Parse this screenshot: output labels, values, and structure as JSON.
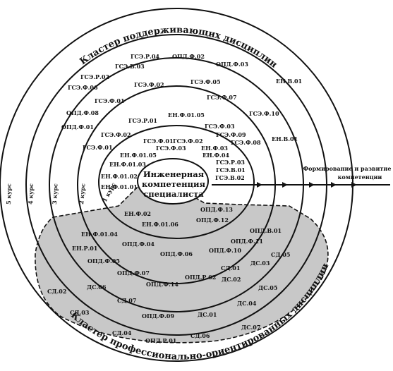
{
  "clusters": {
    "top": "Кластер поддерживающих дисциплин",
    "bottom": "Кластер профессионально-ориентированных дисциплин"
  },
  "center": [
    "Инженерная",
    "компетенция",
    "специалиста"
  ],
  "courses": [
    "1 курс",
    "2 курс",
    "3 курс",
    "4 курс",
    "5 курс"
  ],
  "arrow_label": [
    "Формирование и развитие",
    "компетенции"
  ],
  "colors": {
    "shade": "#c8c8c8",
    "line": "#111111"
  },
  "top_codes": [
    "ГСЭ.Р.04",
    "ОПД.Ф.02",
    "ГСЭ.В.03",
    "ОПД.Ф.03",
    "ГСЭ.Р.02",
    "ГСЭ.Ф.06",
    "ГСЭ.Ф.02",
    "ГСЭ.Ф.05",
    "ЕН.В.01",
    "ГСЭ.Ф.01",
    "ГСЭ.Ф.07",
    "ОПД.Ф.08",
    "ЕН.Ф.01.05",
    "ГСЭ.Ф.10",
    "ГСЭ.Р.01",
    "ОПД.Ф.01",
    "ГСЭ.Ф.03",
    "ЕН.В.01",
    "ГСЭ.Ф.02",
    "ГСЭ.Ф.09",
    "ГСЭ.Ф.01",
    "ГСЭ.Ф.02",
    "ЕН.Ф.03",
    "ГСЭ.Ф.08",
    "ГСЭ.Ф.01",
    "ЕН.Ф.01.05",
    "ГСЭ.Ф.03",
    "ЕН.Ф.04",
    "ЕН.Ф.01.03",
    "ГСЭ.Р.03",
    "ЕН.Ф.01.02",
    "ГСЭ.В.01",
    "ГСЭ.В.02",
    "ЕН.Ф.01.01"
  ],
  "bottom_codes": [
    "ЕН.Ф.02",
    "ОПД.Ф.13",
    "ЕН.Ф.01.06",
    "ОПД.Ф.12",
    "ОПД.В.01",
    "ЕН.Ф.01.04",
    "ОПД.Ф.11",
    "ЕН.Р.01",
    "ОПД.Ф.04",
    "ОПД.Ф.10",
    "СД.05",
    "ОПД.Ф.05",
    "ОПД.Ф.06",
    "СД.01",
    "ДС.03",
    "ОПД.Ф.07",
    "ОПД.Р.02",
    "ДС.02",
    "СД.02",
    "ДС.06",
    "ОПД.Ф.14",
    "ДС.05",
    "СД.07",
    "ДС.04",
    "СД.03",
    "ОПД.Ф.09",
    "ДС.01",
    "СД.04",
    "СД.06",
    "ДС.07",
    "ОПД.Р.01"
  ]
}
